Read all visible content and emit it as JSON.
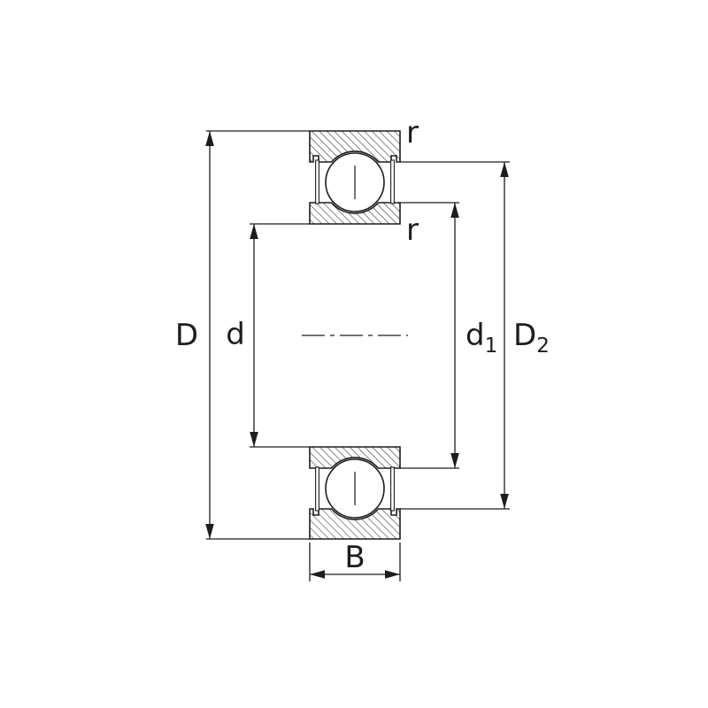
{
  "figure": {
    "background_color": "#ffffff",
    "line_color": "#1d1d1b"
  },
  "dimension_labels": {
    "outer_diameter": "D",
    "bore_diameter": "d",
    "inner_recess_base": "d",
    "inner_recess_sub": "1",
    "outer_recess_base": "D",
    "outer_recess_sub": "2",
    "width": "B",
    "outer_fillet": "r",
    "inner_fillet": "r"
  }
}
